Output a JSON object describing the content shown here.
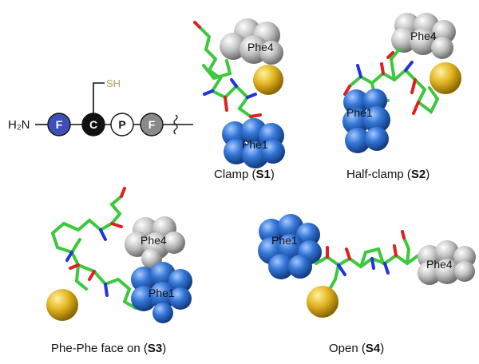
{
  "sequence": {
    "n_terminus": "H₂N",
    "residues": [
      {
        "letter": "F",
        "fill": "#3f4fb8",
        "text_color": "#ffffff"
      },
      {
        "letter": "C",
        "fill": "#111111",
        "text_color": "#ffffff"
      },
      {
        "letter": "P",
        "fill": "#ffffff",
        "text_color": "#111111"
      },
      {
        "letter": "F",
        "fill": "#8a8a8a",
        "text_color": "#ffffff"
      }
    ],
    "side_chain": "SH",
    "side_chain_color": "#b5a25a"
  },
  "panels": [
    {
      "caption_text": "Clamp (",
      "caption_bold": "S1",
      "caption_end": ")",
      "labels": [
        "Phe4",
        "Phe1"
      ]
    },
    {
      "caption_text": "Half-clamp (",
      "caption_bold": "S2",
      "caption_end": ")",
      "labels": [
        "Phe4",
        "Phe1"
      ]
    },
    {
      "caption_text": "Phe-Phe face on (",
      "caption_bold": "S3",
      "caption_end": ")",
      "labels": [
        "Phe4",
        "Phe1"
      ]
    },
    {
      "caption_text": "Open (",
      "caption_bold": "S4",
      "caption_end": ")",
      "labels": [
        "Phe1",
        "Phe4"
      ]
    }
  ],
  "colors": {
    "phe1_blue": "#2f6fd0",
    "phe4_grey": "#c8c8c8",
    "sulfur_yellow": "#e0b321",
    "carbon_green": "#3cc83c",
    "nitrogen_blue": "#2233dd",
    "oxygen_red": "#e02020"
  }
}
